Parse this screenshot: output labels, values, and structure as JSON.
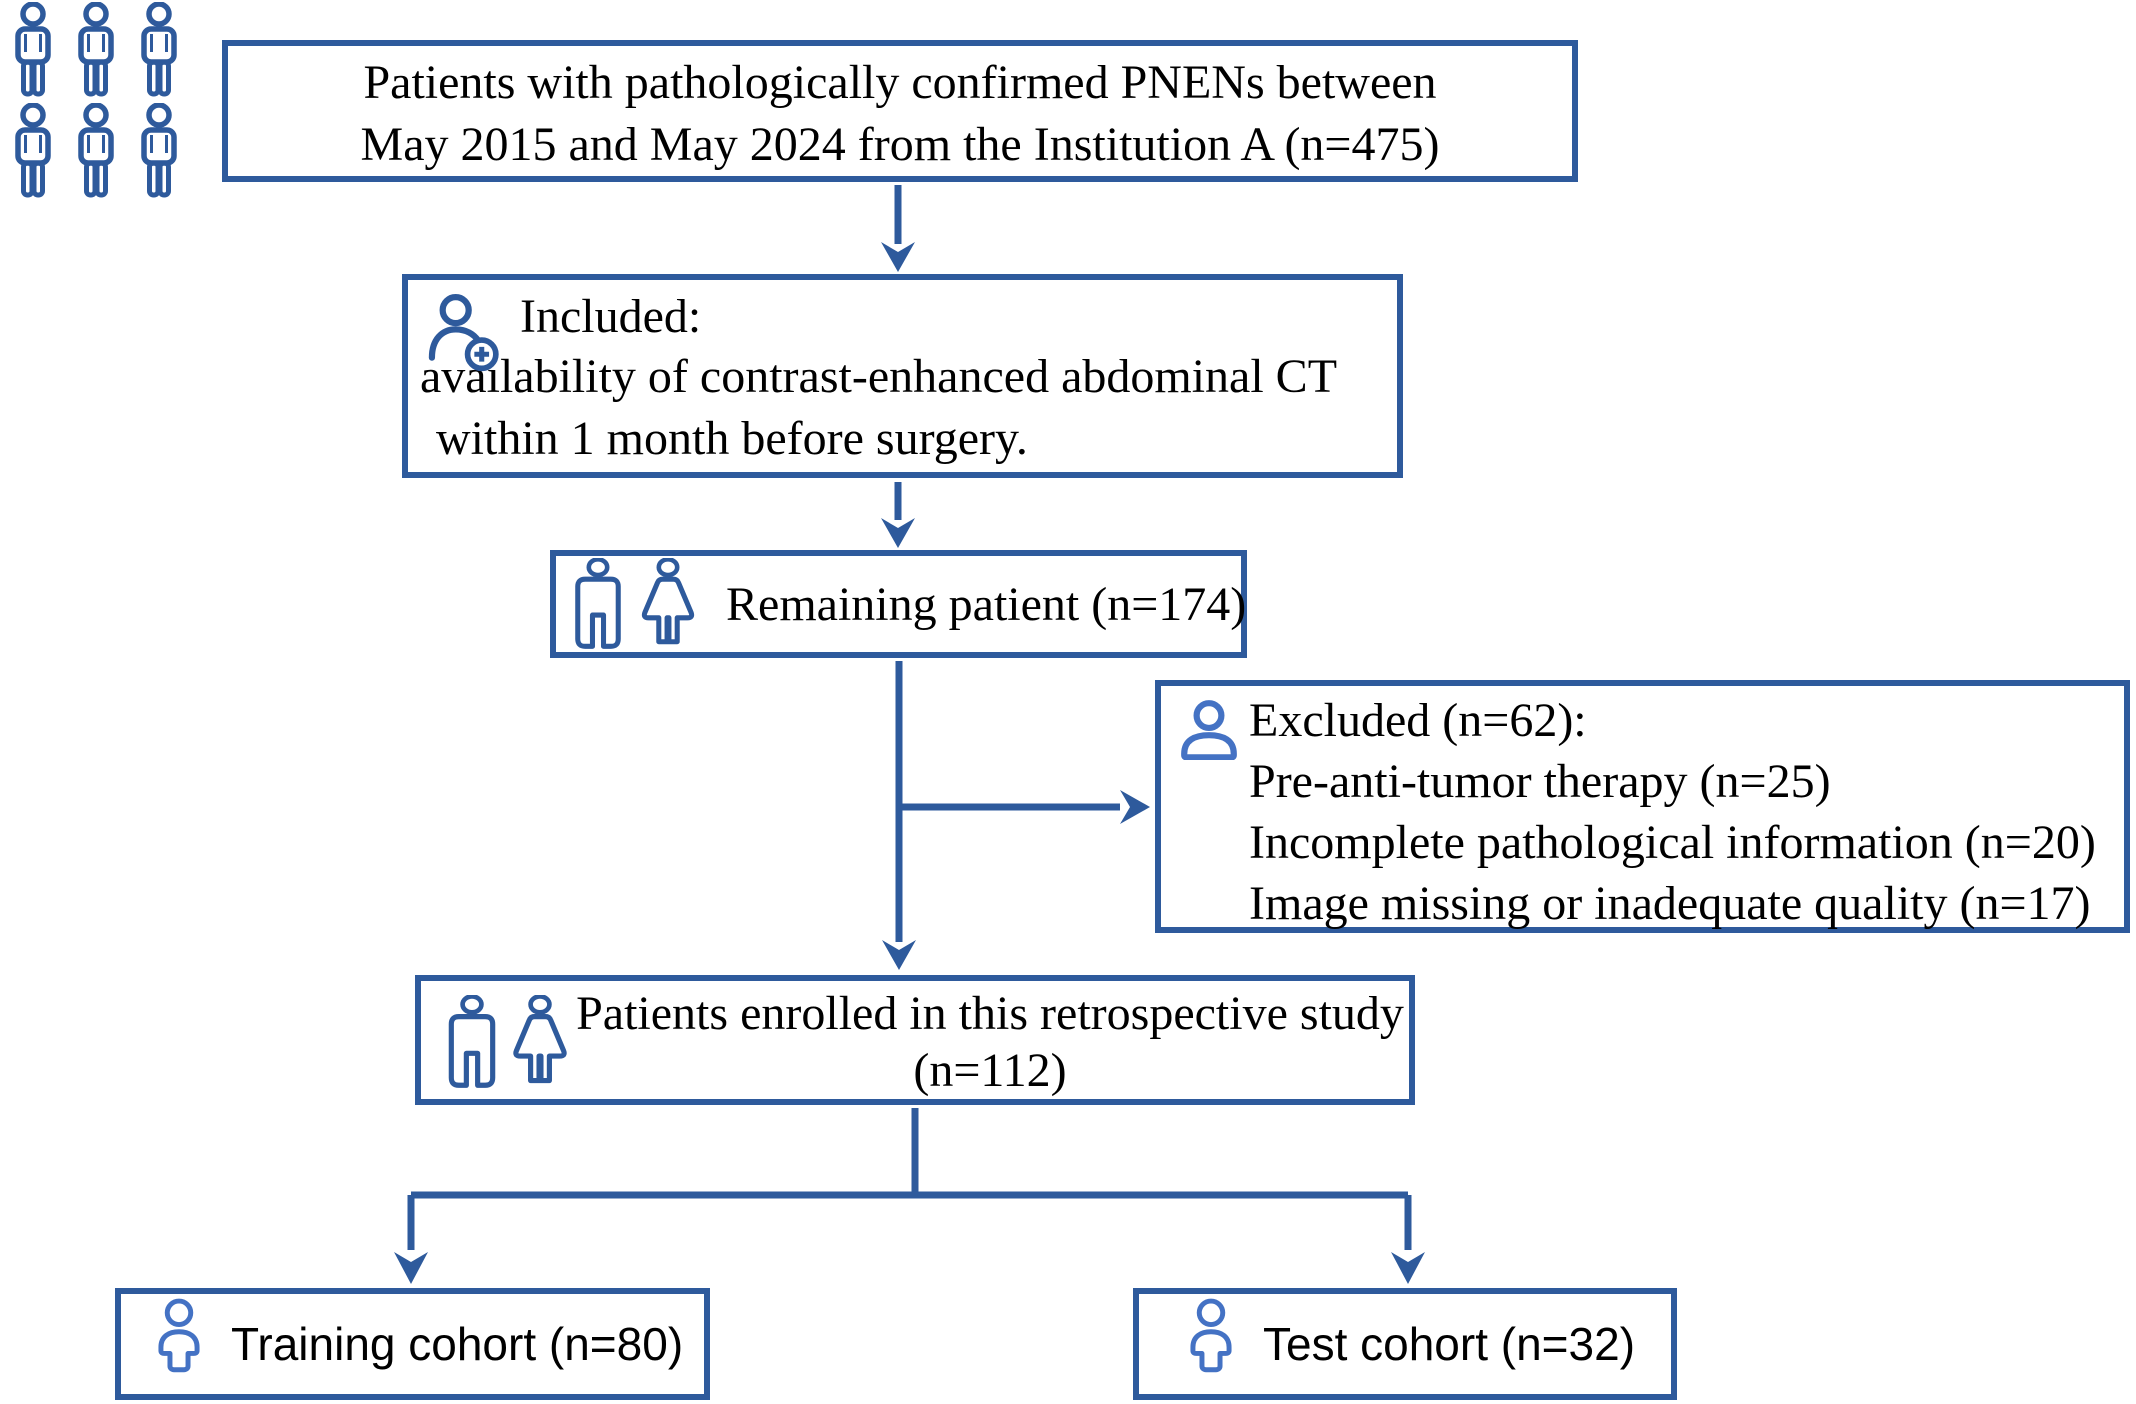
{
  "flowchart": {
    "colors": {
      "primary_blue": "#2e5a9c",
      "light_blue": "#4472c4",
      "text": "#000000",
      "background": "#ffffff"
    },
    "icons": {
      "population": "six-person pictogram group",
      "included": "person-add-icon (person with plus badge)",
      "remaining": "male-female pictogram pair",
      "excluded": "person-bust-icon",
      "enrolled": "male-female pictogram pair",
      "cohort": "user-icon (head and torso)"
    },
    "boxes": {
      "source": {
        "line1": "Patients with pathologically confirmed PNENs between",
        "line2": "May 2015 and May 2024 from the Institution A (n=475)"
      },
      "included": {
        "title": "Included:",
        "line1": "availability of contrast-enhanced abdominal CT",
        "line2": "within 1 month before surgery."
      },
      "remaining": {
        "label": "Remaining patient (n=174)"
      },
      "excluded": {
        "title": "Excluded (n=62):",
        "items": [
          "Pre-anti-tumor therapy (n=25)",
          "Incomplete pathological information (n=20)",
          "Image missing or inadequate quality (n=17)"
        ]
      },
      "enrolled": {
        "line1": "Patients enrolled in this retrospective study",
        "line2": "(n=112)"
      },
      "training": {
        "label": "Training cohort (n=80)"
      },
      "test": {
        "label": "Test cohort (n=32)"
      }
    }
  }
}
